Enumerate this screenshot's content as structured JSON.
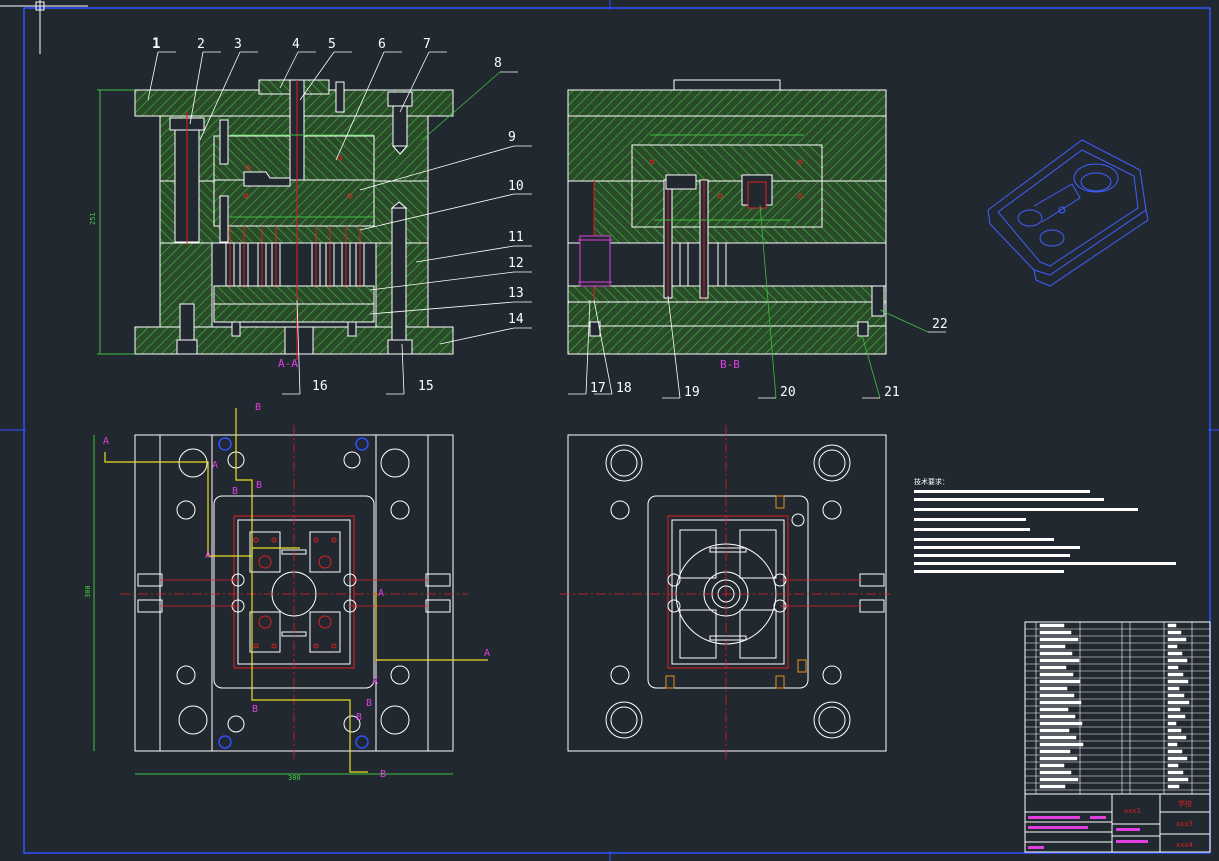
{
  "drawing": {
    "background": "#212830",
    "frame_color": "#3050ff",
    "hatch_color": "#3fbf3f",
    "part_numbers": [
      "1",
      "2",
      "3",
      "4",
      "5",
      "6",
      "7",
      "8",
      "9",
      "10",
      "11",
      "12",
      "13",
      "14",
      "15",
      "16",
      "17",
      "18",
      "19",
      "20",
      "21",
      "22"
    ],
    "section_labels": {
      "aa": "A-A",
      "bb": "B-B"
    },
    "section_marks": {
      "a": "A",
      "b": "B"
    },
    "dimensions": {
      "height": "251",
      "width": "300",
      "depth": "300"
    }
  },
  "tech_requirements": {
    "title": "技术要求："
  },
  "title_block": {
    "name": "xxx1",
    "company": "学校",
    "drawing_no": "xxx3",
    "designer": "xxx4"
  }
}
